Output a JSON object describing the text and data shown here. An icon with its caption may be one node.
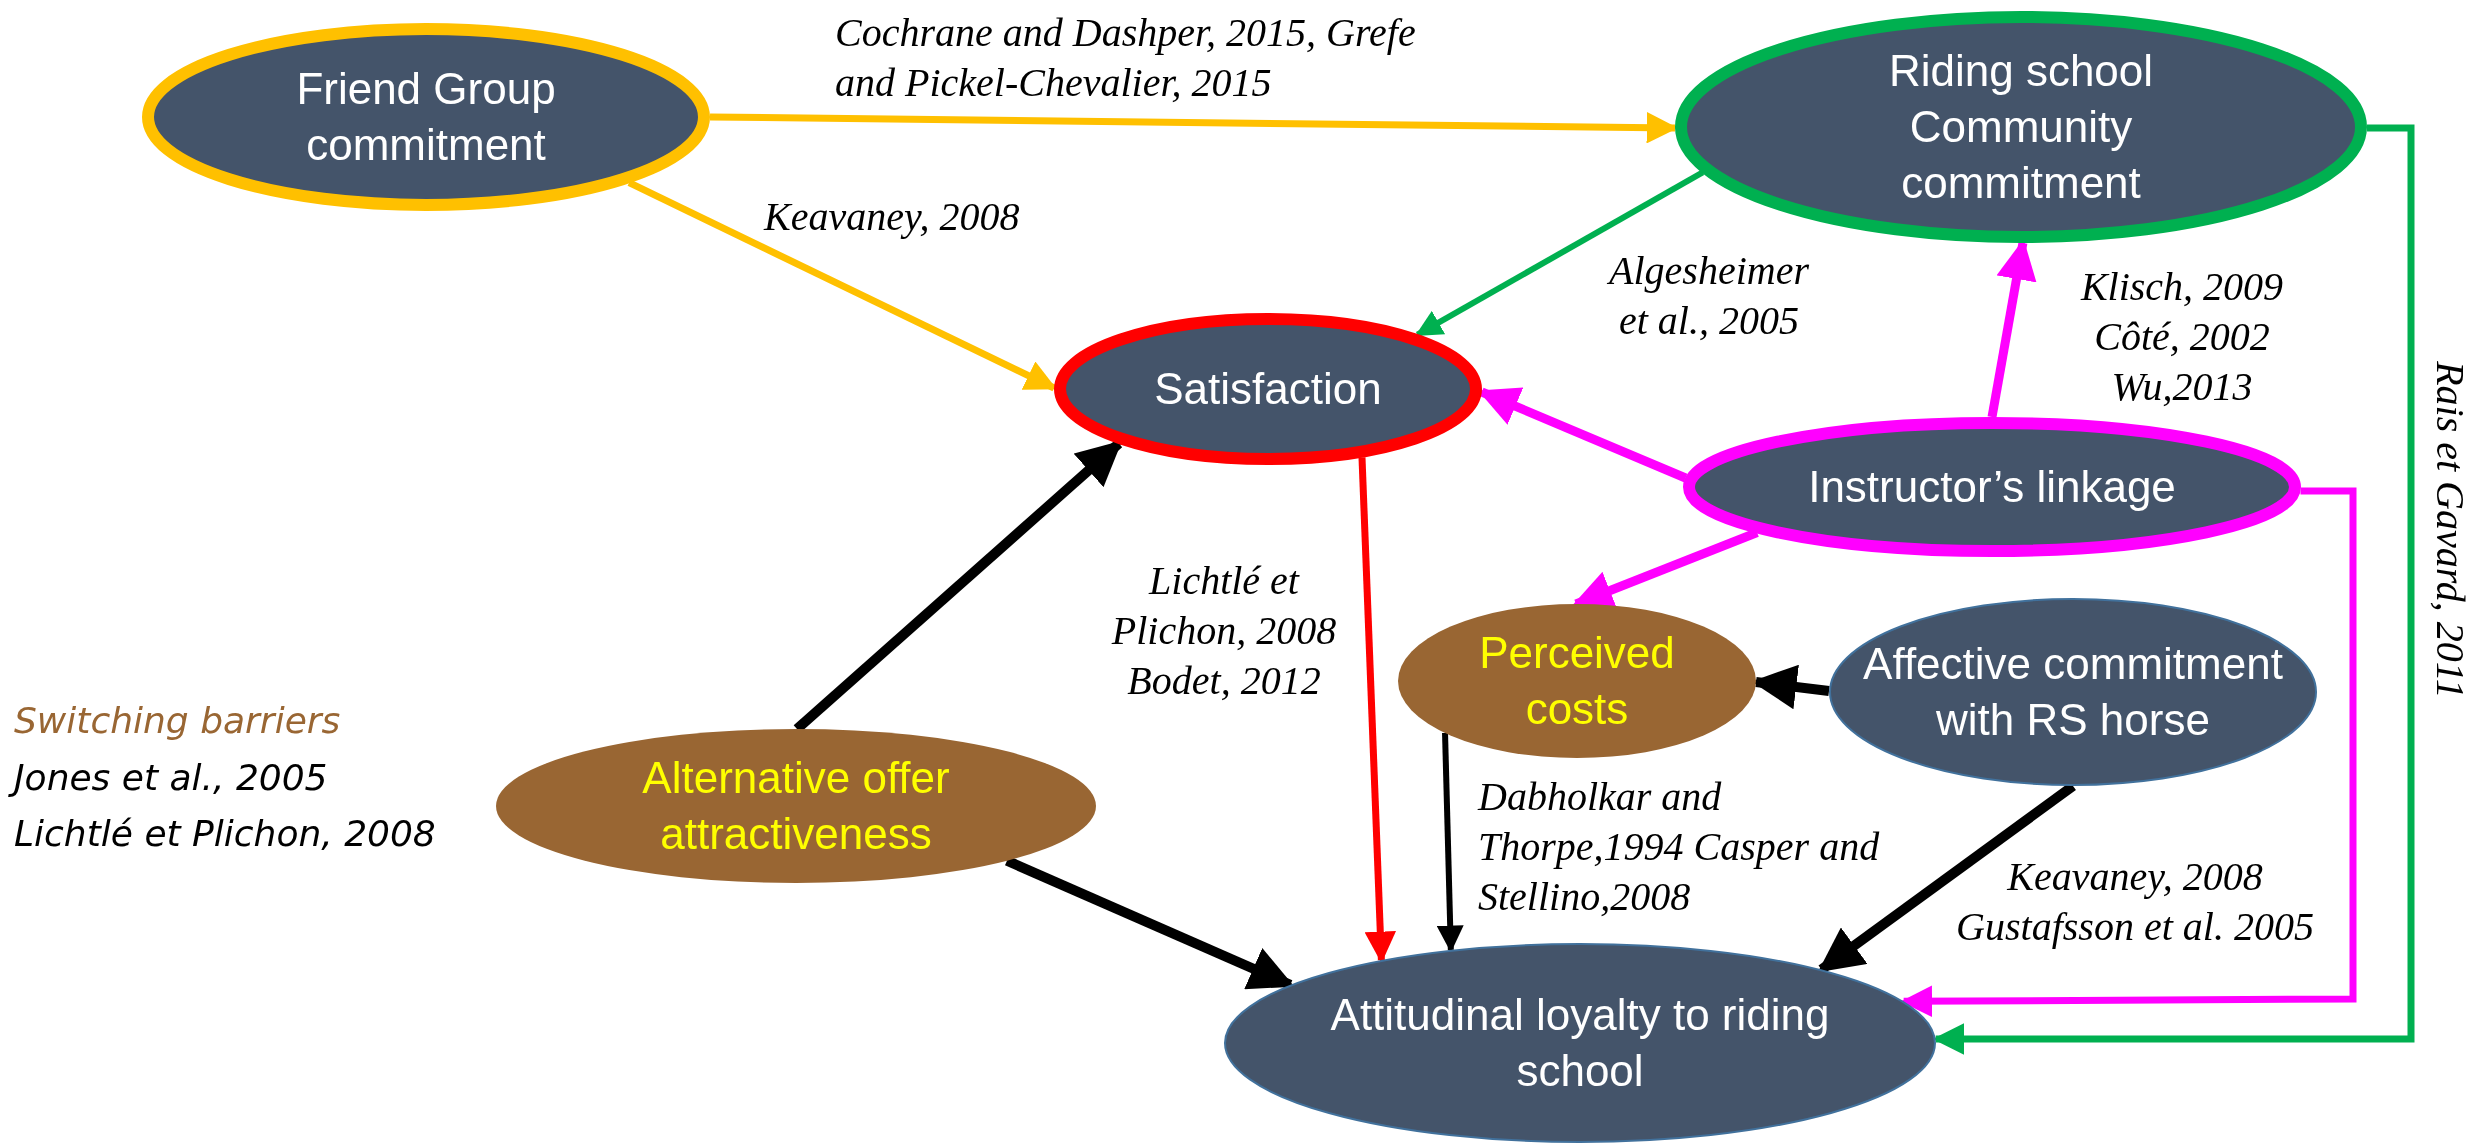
{
  "diagram": {
    "nodes": [
      {
        "text": [
          "Friend Group commitment"
        ]
      },
      {
        "text": [
          "Riding school Community commitment"
        ]
      },
      {
        "text": [
          "Satisfaction"
        ]
      },
      {
        "text": [
          "Instructor’s linkage"
        ]
      },
      {
        "text": [
          "Perceived costs"
        ]
      },
      {
        "text": [
          "Affective commitment with RS horse"
        ]
      },
      {
        "text": [
          "Alternative offer attractiveness"
        ]
      },
      {
        "text": [
          "Attitudinal loyalty to riding school"
        ]
      }
    ],
    "edges": [
      {
        "from": 0,
        "to": 1,
        "arrow": "to",
        "label": "Cochrane and Dashper, 2015, Grefe and Pickel-Chevalier, 2015",
        "color": "#ffc000"
      },
      {
        "from": 0,
        "to": 2,
        "arrow": "to",
        "label": "Keavaney, 2008",
        "color": "#ffc000"
      },
      {
        "from": 1,
        "to": 2,
        "arrow": "to",
        "label": "Algesheimer et al., 2005",
        "color": "#00b050"
      },
      {
        "from": 3,
        "to": 1,
        "arrow": "to",
        "label": "Klisch, 2009 Côté, 2002 Wu,2013",
        "color": "#ff00ff"
      },
      {
        "from": 3,
        "to": 2,
        "arrow": "to",
        "color": "#ff00ff"
      },
      {
        "from": 3,
        "to": 4,
        "arrow": "to",
        "color": "#ff00ff"
      },
      {
        "from": 3,
        "to": 7,
        "arrow": "to",
        "color": "#ff00ff"
      },
      {
        "from": 1,
        "to": 7,
        "arrow": "to",
        "label": "Rais et Gavard, 2011",
        "color": "#00b050"
      },
      {
        "from": 2,
        "to": 7,
        "arrow": "to",
        "label": "Lichtlé et Plichon, 2008 Bodet, 2012",
        "color": "#ff0000"
      },
      {
        "from": 6,
        "to": 2,
        "arrow": "to"
      },
      {
        "from": 6,
        "to": 7,
        "arrow": "to"
      },
      {
        "from": 5,
        "to": 4,
        "arrow": "to"
      },
      {
        "from": 4,
        "to": 7,
        "arrow": "to",
        "label": "Dabholkar and Thorpe,1994 Casper and Stellino,2008"
      },
      {
        "from": 5,
        "to": 7,
        "arrow": "to",
        "label": "Keavaney, 2008 Gustafsson et al. 2005"
      }
    ],
    "labels": [
      "Switching barriers",
      "Jones et al., 2005",
      "Lichtlé et Plichon, 2008"
    ]
  }
}
